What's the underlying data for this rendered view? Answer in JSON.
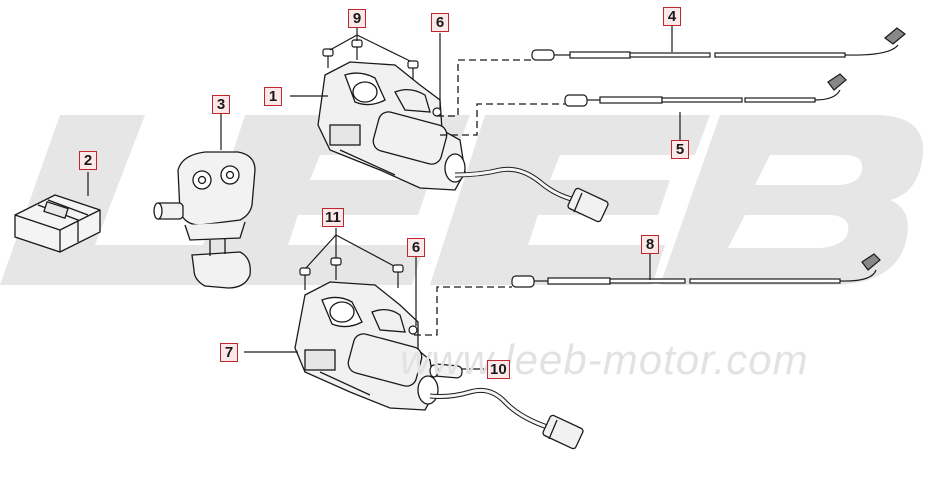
{
  "watermark": {
    "text": "LEEB",
    "url_text": "www.leeb-motor.com"
  },
  "callouts": [
    "1",
    "2",
    "3",
    "4",
    "5",
    "6",
    "6",
    "7",
    "8",
    "9",
    "10",
    "11"
  ],
  "colors": {
    "callout_border": "#c0262d",
    "callout_fill": "#fbe9e9",
    "line": "#1a1a1a",
    "watermark": "#e4e4e4"
  }
}
